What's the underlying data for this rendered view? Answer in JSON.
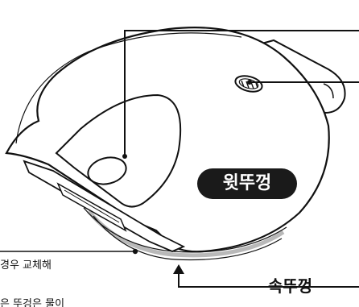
{
  "labels": {
    "upper_lid": "윗뚜껑",
    "inner_lid": "속뚜껑"
  },
  "notes": [
    "경우 교체해",
    "은 뚜겅은 물이"
  ],
  "colors": {
    "badge_bg": "#1a1a1a",
    "line": "#111111",
    "gasket": "#b9b9b9"
  }
}
